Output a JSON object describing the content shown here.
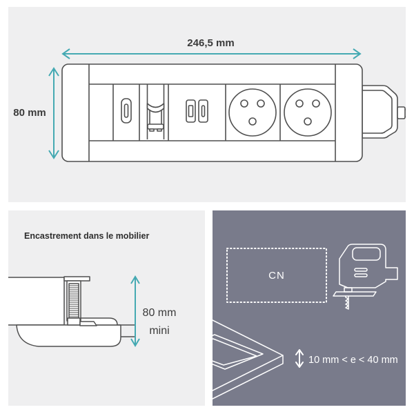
{
  "colors": {
    "accent_teal": "#44a9b2",
    "panel_light": "#efeff0",
    "panel_dark": "#797b8b",
    "line_art": "#4f4f4f"
  },
  "top_panel": {
    "width_dimension": "246,5 mm",
    "height_dimension": "80 mm"
  },
  "mounting_panel": {
    "title": "Encastrement dans le mobilier",
    "min_depth_value": "80 mm",
    "min_depth_qualifier": "mini"
  },
  "cutout_panel": {
    "cutout_label": "CN",
    "thickness_range": "10 mm < e < 40 mm"
  }
}
